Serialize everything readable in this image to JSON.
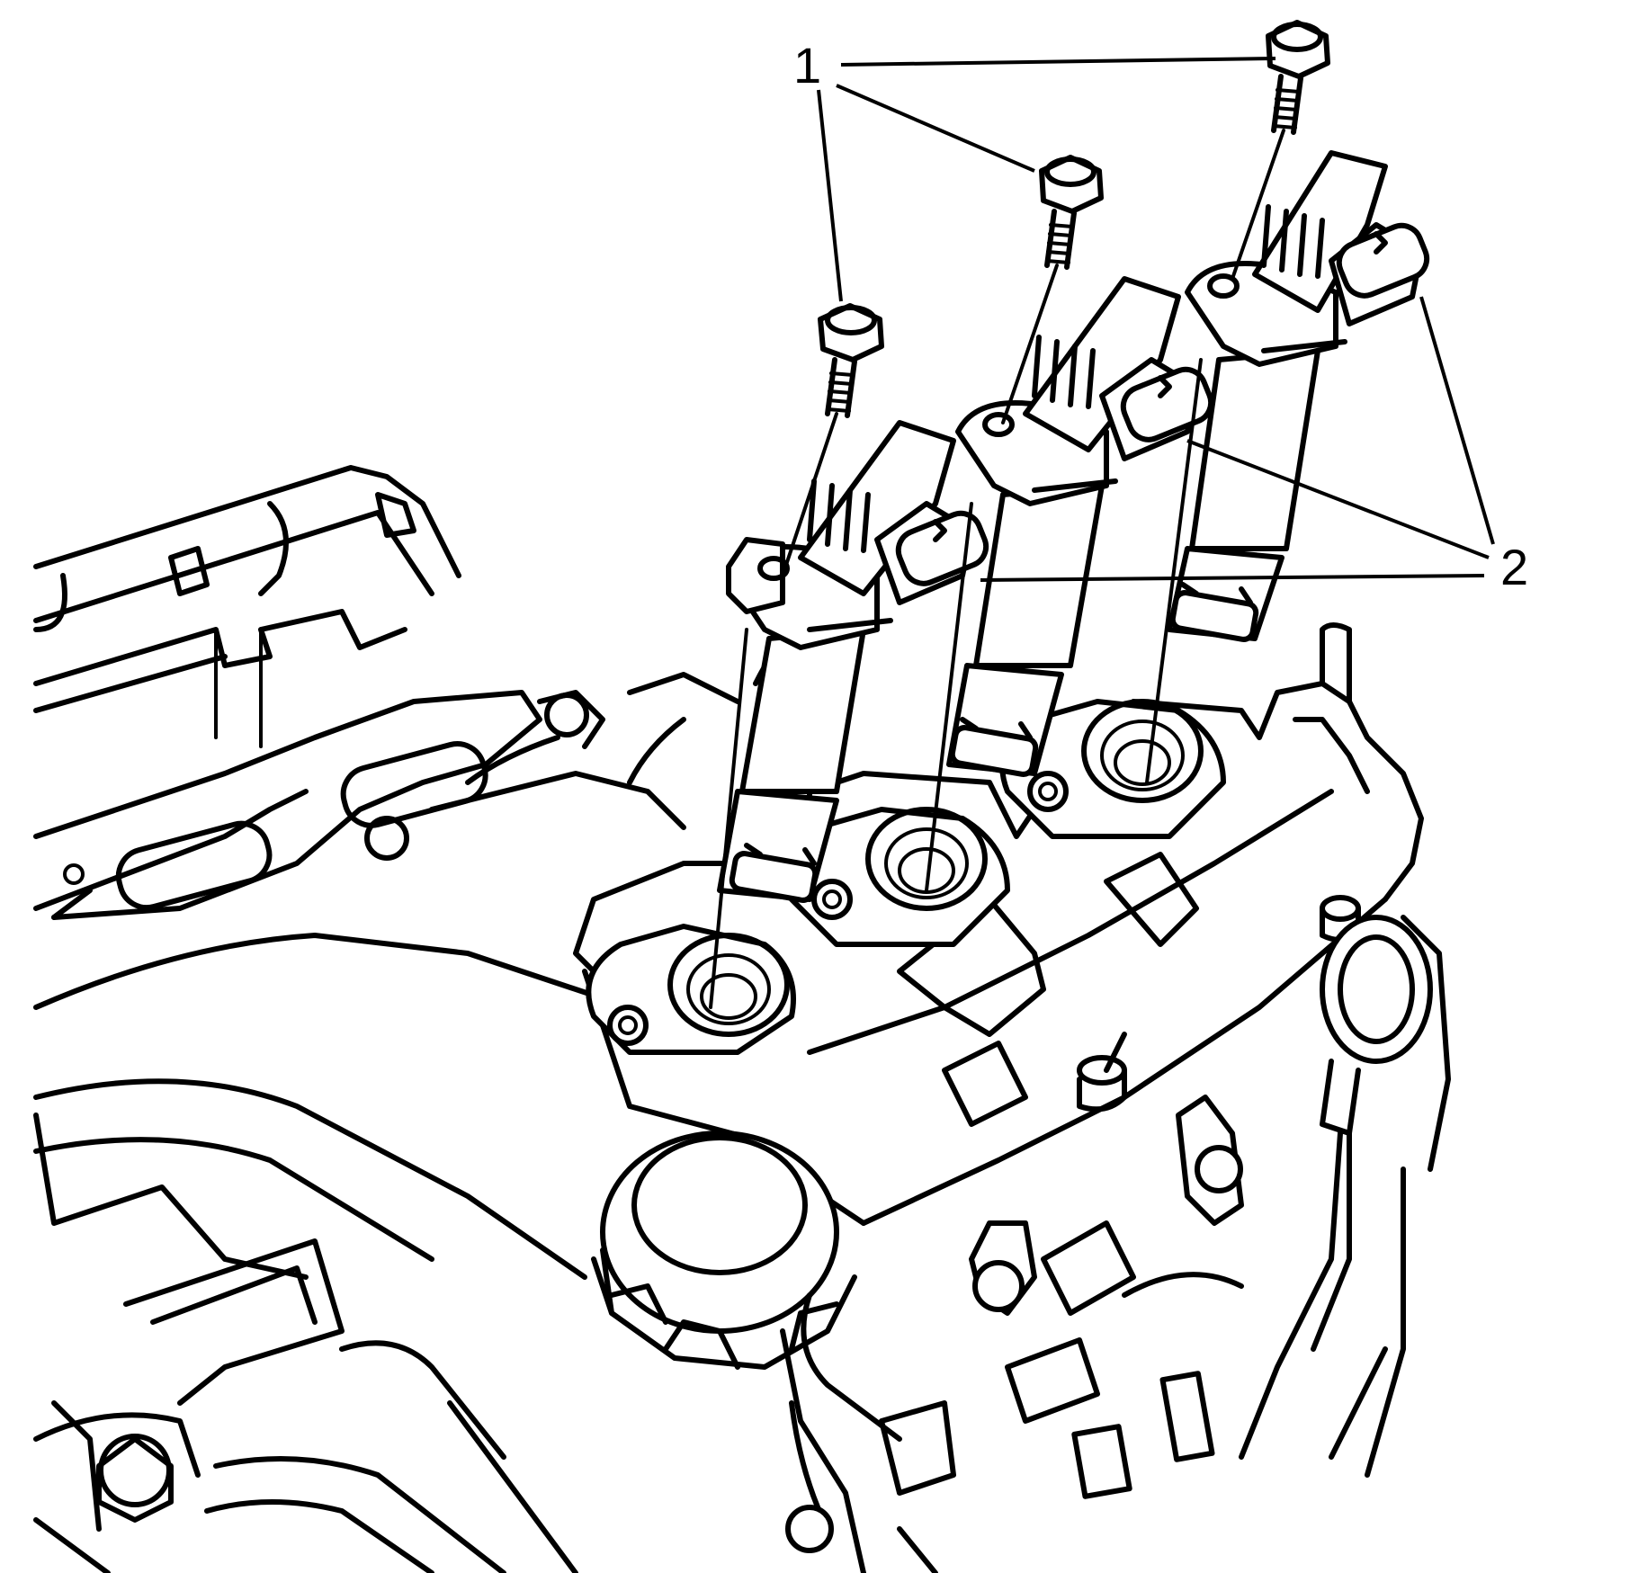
{
  "callouts": [
    {
      "id": "bolt",
      "label": "1"
    },
    {
      "id": "coil-connector",
      "label": "2"
    }
  ],
  "colors": {
    "ink": "#000000",
    "background": "#ffffff"
  }
}
